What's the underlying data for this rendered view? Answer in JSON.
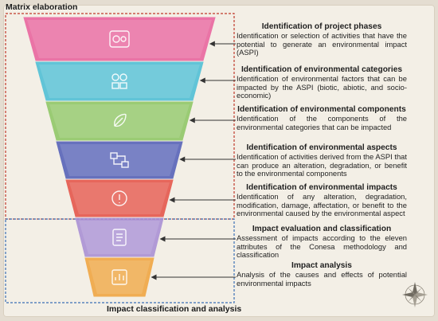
{
  "frames": {
    "top_label": "Matrix elaboration",
    "bottom_label": "Impact classification and analysis"
  },
  "steps": [
    {
      "title": "Identification of project phases",
      "description": "Identification or selection of activities that have the potential to generate an environmental impact (ASPI)",
      "color": "#e9649e",
      "icon": "gears-icon"
    },
    {
      "title": "Identification of environmental categories",
      "description": "Identification of environmental factors that can be impacted by the ASPI (biotic, abiotic, and socio-economic)",
      "color": "#4dbfd5",
      "icon": "categories-icon"
    },
    {
      "title": "Identification of environmental components",
      "description": "Identification of the components of the environmental categories that can be impacted",
      "color": "#8ec765",
      "icon": "leaf-icon"
    },
    {
      "title": "Identification of environmental aspects",
      "description": "Identification of activities derived from the ASPI that can produce an alteration, degradation, or benefit to the environmental components",
      "color": "#5460b8",
      "icon": "flow-icon"
    },
    {
      "title": "Identification of environmental impacts",
      "description": "Identification of any alteration, degradation, modification, damage, affectation, or benefit to the environmental caused by the environmental aspect",
      "color": "#e55448",
      "icon": "warning-globe-icon"
    },
    {
      "title": "Impact evaluation and classification",
      "description": "Assessment of impacts according to the eleven attributes of the Conesa methodology and classification",
      "color": "#a98fd4",
      "icon": "checklist-icon"
    },
    {
      "title": "Impact analysis",
      "description": "Analysis of the causes and effects of potential environmental impacts",
      "color": "#f0a43f",
      "icon": "analysis-icon"
    }
  ],
  "colors": {
    "top_frame": "#c0392b",
    "bottom_frame": "#3b6fb5",
    "arrow": "#333333"
  }
}
